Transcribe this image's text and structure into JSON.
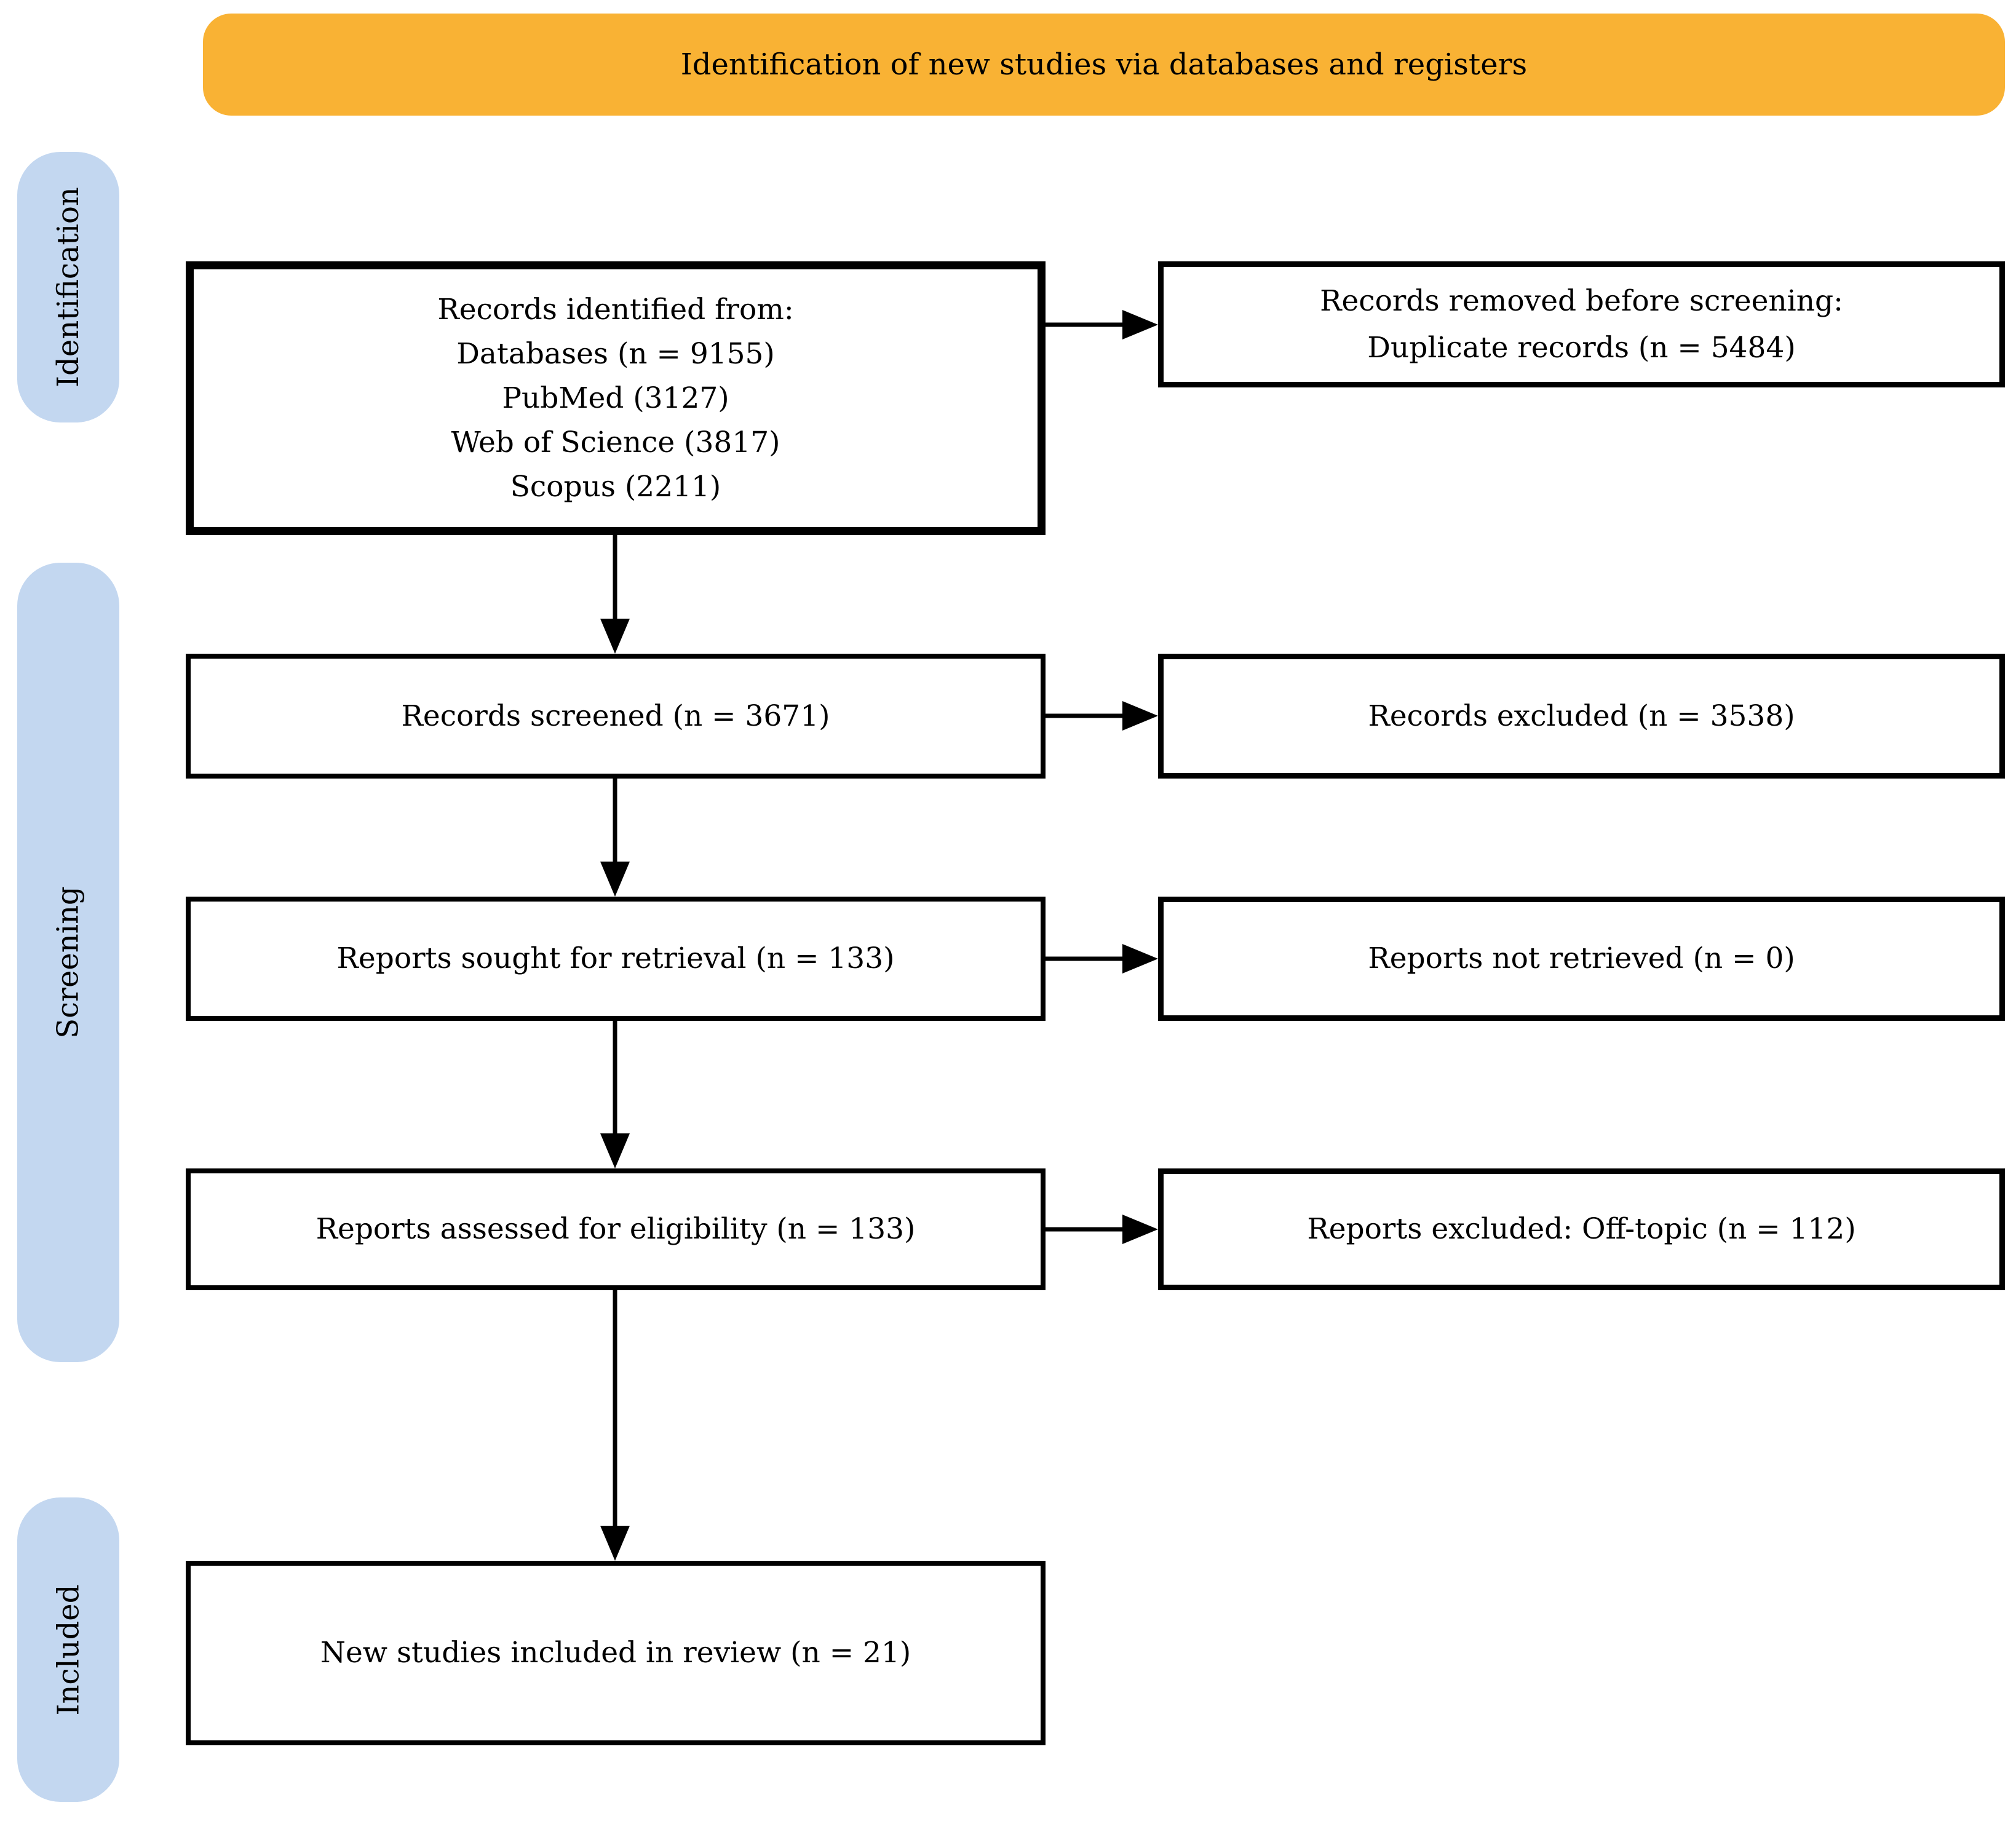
{
  "banner": {
    "label": "Identification of new studies via databases and registers"
  },
  "stages": [
    {
      "label": "Identification"
    },
    {
      "label": "Screening"
    },
    {
      "label": "Included"
    }
  ],
  "flow": {
    "records_identified": {
      "lines": [
        "Records identified from:",
        "Databases (n = 9155)",
        "PubMed (3127)",
        "Web of Science (3817)",
        "Scopus (2211)"
      ]
    },
    "records_removed": {
      "lines": [
        "Records removed before screening:",
        "Duplicate records (n = 5484)"
      ]
    },
    "records_screened": {
      "label": "Records screened (n = 3671)"
    },
    "records_excluded": {
      "label": "Records excluded (n = 3538)"
    },
    "reports_sought": {
      "label": "Reports sought for retrieval (n = 133)"
    },
    "reports_not_retrieved": {
      "label": "Reports not retrieved (n = 0)"
    },
    "reports_assessed": {
      "label": "Reports assessed for eligibility (n = 133)"
    },
    "reports_excluded": {
      "label": "Reports excluded: Off-topic (n = 112)"
    },
    "studies_included": {
      "label": "New studies included in review (n = 21)"
    }
  },
  "colors": {
    "banner_bg": "#F9B234",
    "stage_pill_bg": "#C3D7F0",
    "box_border": "#000000",
    "arrow": "#000000",
    "text": "#000000",
    "background": "#FFFFFF"
  }
}
